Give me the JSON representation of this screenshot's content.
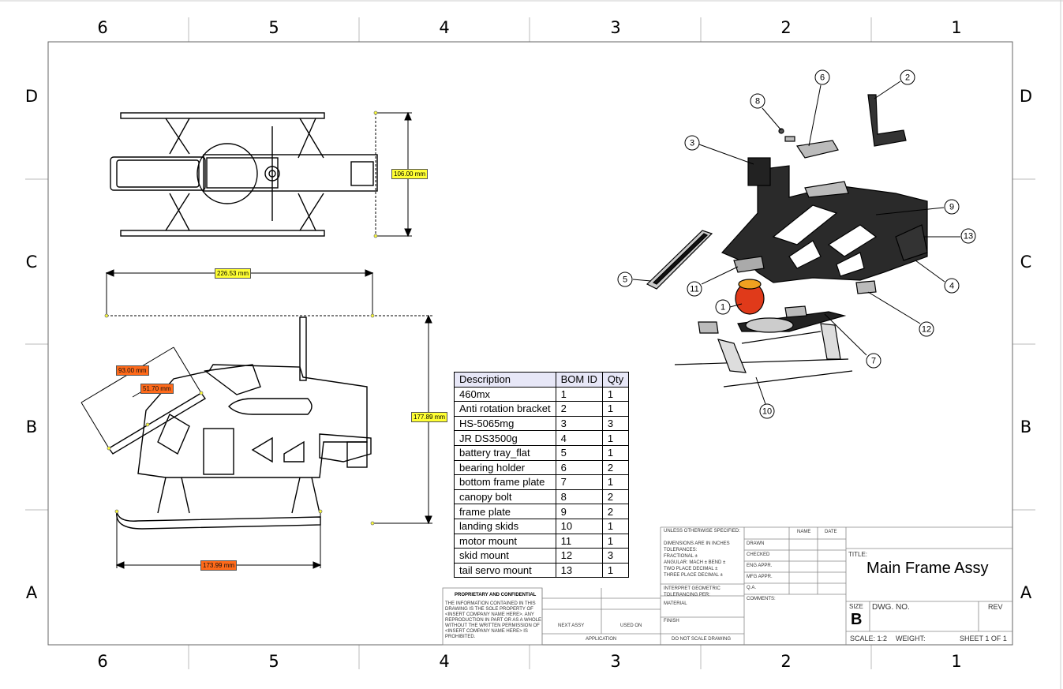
{
  "zones": {
    "columns": [
      "6",
      "5",
      "4",
      "3",
      "2",
      "1"
    ],
    "rows": [
      "D",
      "C",
      "B",
      "A"
    ]
  },
  "dimensions": {
    "top_height": "106.00 mm",
    "front_width": "226.53 mm",
    "front_height": "177.89 mm",
    "tray_length": "93.00 mm",
    "tray_offset": "51.70 mm",
    "skid_length": "173.99 mm"
  },
  "bom": {
    "headers": [
      "Description",
      "BOM ID",
      "Qty"
    ],
    "rows": [
      [
        "460mx",
        "1",
        "1"
      ],
      [
        "Anti rotation bracket",
        "2",
        "1"
      ],
      [
        "HS-5065mg",
        "3",
        "3"
      ],
      [
        "JR DS3500g",
        "4",
        "1"
      ],
      [
        "battery tray_flat",
        "5",
        "1"
      ],
      [
        "bearing holder",
        "6",
        "2"
      ],
      [
        "bottom frame plate",
        "7",
        "1"
      ],
      [
        "canopy bolt",
        "8",
        "2"
      ],
      [
        "frame plate",
        "9",
        "2"
      ],
      [
        "landing skids",
        "10",
        "1"
      ],
      [
        "motor mount",
        "11",
        "1"
      ],
      [
        "skid mount",
        "12",
        "3"
      ],
      [
        "tail servo mount",
        "13",
        "1"
      ]
    ]
  },
  "balloons": [
    "1",
    "2",
    "3",
    "4",
    "5",
    "6",
    "7",
    "8",
    "9",
    "10",
    "11",
    "12",
    "13"
  ],
  "title_block": {
    "unless": "UNLESS OTHERWISE SPECIFIED:",
    "name": "NAME",
    "date": "DATE",
    "drawn": "DRAWN",
    "checked": "CHECKED",
    "eng_appr": "ENG APPR.",
    "mfg_appr": "MFG APPR.",
    "qa": "Q.A.",
    "comments": "COMMENTS:",
    "dims_in": "DIMENSIONS ARE IN INCHES",
    "tolerances": "TOLERANCES:",
    "fractional": "FRACTIONAL ±",
    "angular": "ANGULAR: MACH ±   BEND ±",
    "two_place": "TWO PLACE DECIMAL   ±",
    "three_place": "THREE PLACE DECIMAL   ±",
    "interpret": "INTERPRET GEOMETRIC",
    "tolerancing": "TOLERANCING PER:",
    "material": "MATERIAL",
    "finish": "FINISH",
    "dont_scale": "DO NOT SCALE DRAWING",
    "next_assy": "NEXT ASSY",
    "used_on": "USED ON",
    "application": "APPLICATION",
    "prop_title": "PROPRIETARY AND CONFIDENTIAL",
    "prop_text_1": "THE INFORMATION CONTAINED IN THIS",
    "prop_text_2": "DRAWING IS THE SOLE PROPERTY OF",
    "prop_text_3": "<INSERT COMPANY NAME HERE>. ANY",
    "prop_text_4": "REPRODUCTION IN PART OR AS A WHOLE",
    "prop_text_5": "WITHOUT THE WRITTEN PERMISSION OF",
    "prop_text_6": "<INSERT COMPANY NAME HERE> IS",
    "prop_text_7": "PROHIBITED.",
    "title_label": "TITLE:",
    "title": "Main Frame Assy",
    "size_label": "SIZE",
    "size": "B",
    "dwg_no": "DWG. NO.",
    "rev": "REV",
    "scale": "SCALE: 1:2",
    "weight": "WEIGHT:",
    "sheet": "SHEET 1 OF 1"
  }
}
